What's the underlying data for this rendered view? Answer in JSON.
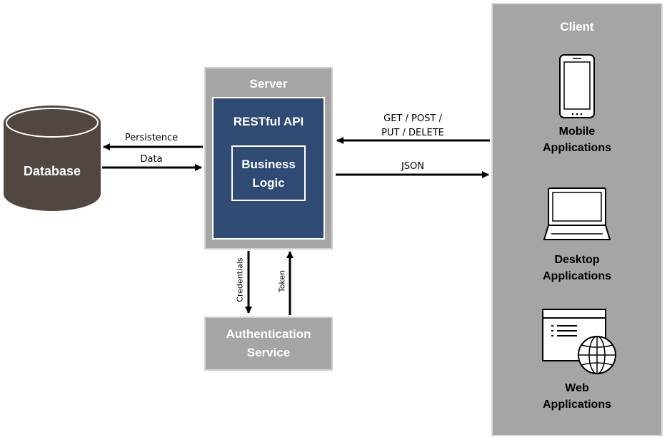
{
  "database": {
    "label": "Database"
  },
  "server": {
    "title": "Server",
    "api_title": "RESTful API",
    "business_logic": [
      "Business",
      "Logic"
    ]
  },
  "auth": {
    "lines": [
      "Authentication",
      "Service"
    ]
  },
  "client": {
    "title": "Client",
    "apps": [
      {
        "icon": "mobile-phone-icon",
        "lines": [
          "Mobile",
          "Applications"
        ]
      },
      {
        "icon": "laptop-icon",
        "lines": [
          "Desktop",
          "Applications"
        ]
      },
      {
        "icon": "web-browser-globe-icon",
        "lines": [
          "Web",
          "Applications"
        ]
      }
    ]
  },
  "arrows": {
    "persistence": "Persistence",
    "data": "Data",
    "request_line1": "GET / POST /",
    "request_line2": "PUT / DELETE",
    "json": "JSON",
    "credentials": "Credentials",
    "token": "Token"
  },
  "colors": {
    "database_fill": "#524640",
    "box_gray": "#a5a5a5",
    "api_blue": "#2f4b73",
    "text_white": "#ffffff"
  }
}
